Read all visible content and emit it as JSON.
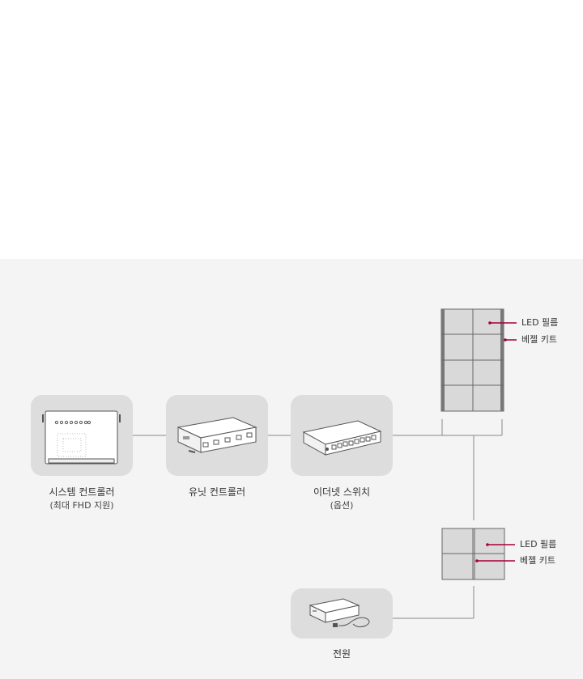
{
  "devices": {
    "system_controller": {
      "label": "시스템 컨트롤러",
      "sub": "(최대 FHD 지원)"
    },
    "unit_controller": {
      "label": "유닛 컨트롤러"
    },
    "ethernet_switch": {
      "label": "이더넷 스위치",
      "sub": "(옵션)"
    },
    "power": {
      "label": "전원"
    }
  },
  "top_panel": {
    "callout_film": "LED 필름",
    "callout_bezel": "베젤 키트"
  },
  "bottom_panel": {
    "callout_film": "LED 필름",
    "callout_bezel": "베젤 키트"
  },
  "colors": {
    "accent": "#a50034",
    "line": "#888888",
    "box": "#dddddd",
    "background": "#f4f4f4"
  }
}
